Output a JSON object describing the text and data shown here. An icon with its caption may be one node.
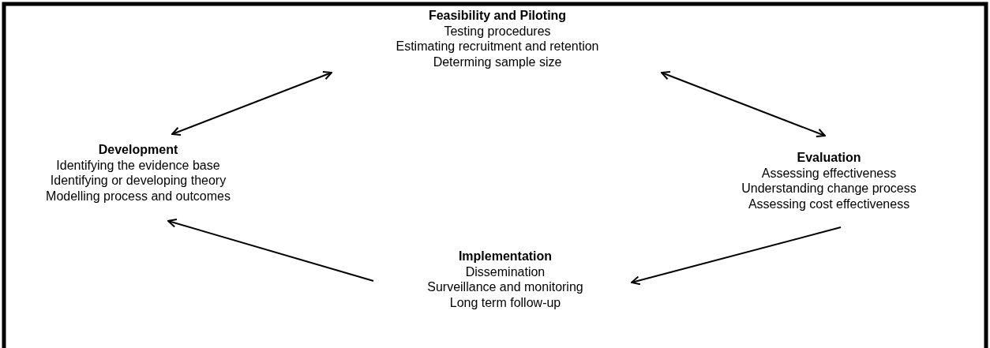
{
  "diagram": {
    "nodes": [
      {
        "text": [
          "Feasibility and Piloting",
          "Testing procedures",
          "Estimating recruitment and retention",
          "Determing sample size"
        ]
      },
      {
        "text": [
          "Development",
          "Identifying the evidence base",
          "Identifying or developing theory",
          "Modelling process and outcomes"
        ]
      },
      {
        "text": [
          "Evaluation",
          "Assessing effectiveness",
          "Understanding change process",
          "Assessing cost effectiveness"
        ]
      },
      {
        "text": [
          "Implementation",
          "Dissemination",
          "Surveillance and monitoring",
          "Long term follow-up"
        ]
      }
    ],
    "edges": [
      {
        "from": 0,
        "to": 1,
        "arrow": "both"
      },
      {
        "from": 0,
        "to": 2,
        "arrow": "both"
      },
      {
        "from": 2,
        "to": 3,
        "arrow": "to"
      },
      {
        "from": 3,
        "to": 1,
        "arrow": "to"
      }
    ]
  }
}
